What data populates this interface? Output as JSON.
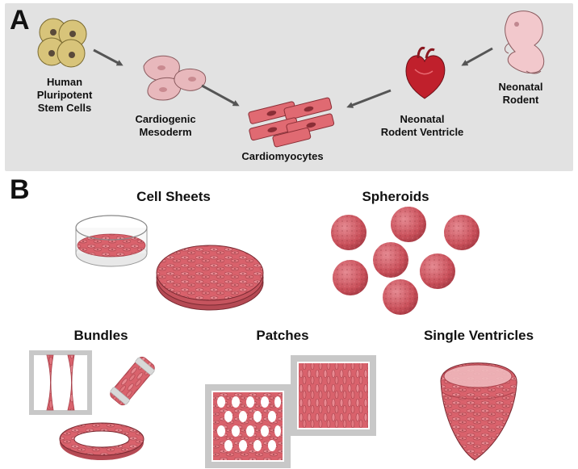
{
  "panel_a": {
    "letter": "A",
    "nodes": {
      "hpsc": [
        "Human",
        "Pluripotent",
        "Stem Cells"
      ],
      "mesoderm": [
        "Cardiogenic",
        "Mesoderm"
      ],
      "cardiomyocytes": [
        "Cardiomyocytes"
      ],
      "ventricle": [
        "Neonatal",
        "Rodent Ventricle"
      ],
      "rodent": [
        "Neonatal",
        "Rodent"
      ]
    }
  },
  "panel_b": {
    "letter": "B",
    "formats": {
      "cell_sheets": "Cell Sheets",
      "spheroids": "Spheroids",
      "bundles": "Bundles",
      "patches": "Patches",
      "single_ventricles": "Single Ventricles"
    }
  },
  "colors": {
    "panel_bg": "#e2e2e2",
    "stem_cell": "#d8c47a",
    "mesoderm_cell": "#e8b8bc",
    "cardiomyocyte": "#e06a72",
    "heart": "#c0202c",
    "rodent": "#f2c8cc",
    "tissue": "#d9626c",
    "frame": "#c8c8c8",
    "arrow": "#555555"
  }
}
